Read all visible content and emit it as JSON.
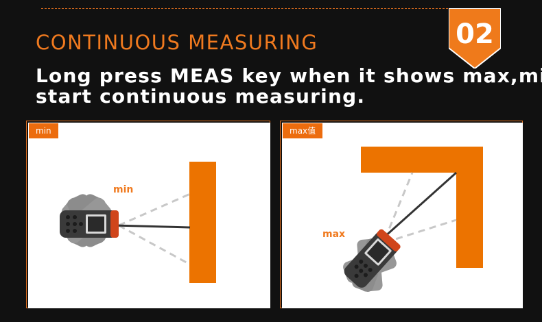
{
  "badge": {
    "number": "02"
  },
  "title": "CONTINUOUS MEASURING",
  "description": {
    "line1": "Long press MEAS key when it shows max,min",
    "line2": "start continuous measuring."
  },
  "panels": [
    {
      "tag": "min",
      "label": "min"
    },
    {
      "tag": "max值",
      "label": "max"
    }
  ],
  "colors": {
    "accent": "#f07a1f",
    "wall": "#ec7300",
    "background": "#111111",
    "laser": "#333333",
    "dashed_beam": "#c8c8c8"
  }
}
